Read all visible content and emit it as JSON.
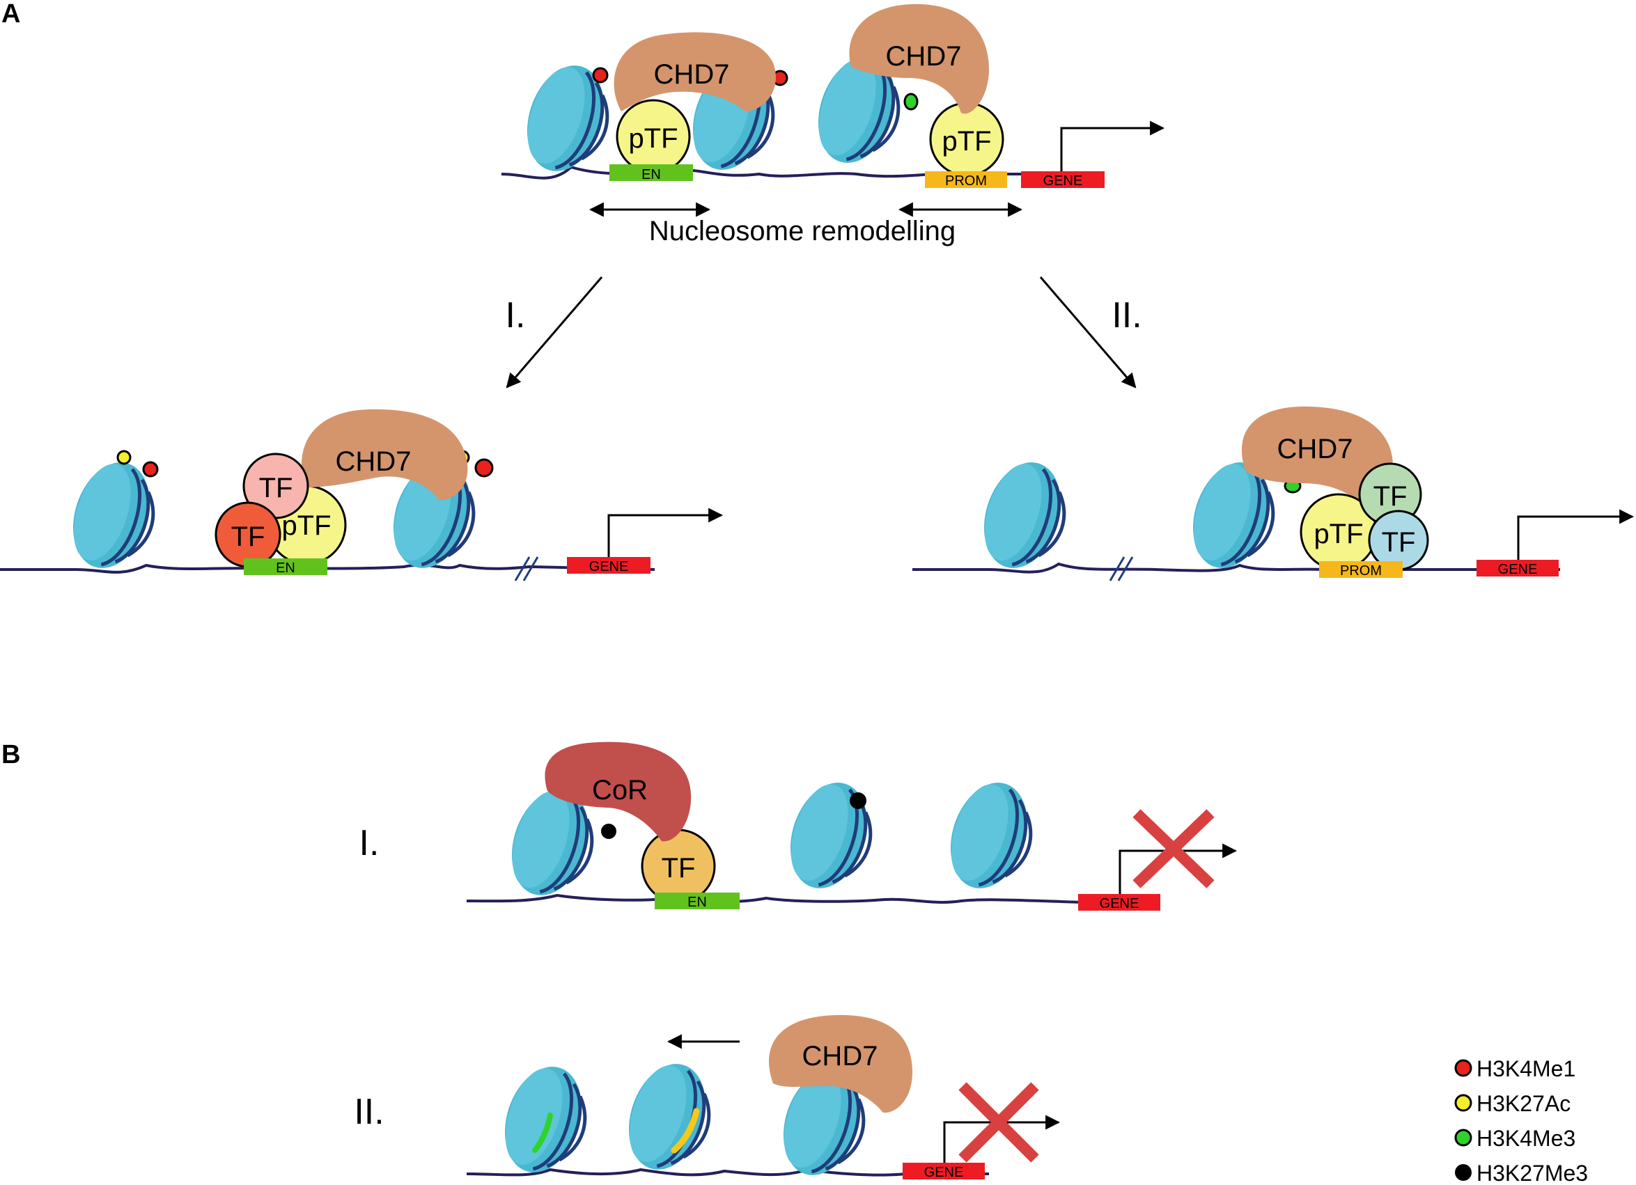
{
  "panel_a": {
    "label": "A",
    "remodel_label": "Nucleosome remodelling",
    "path_1": "I.",
    "path_2": "II.",
    "top": {
      "chd7_left": "CHD7",
      "chd7_right": "CHD7",
      "ptf_left": "pTF",
      "ptf_right": "pTF",
      "en": "EN",
      "prom": "PROM",
      "gene": "GENE"
    },
    "path1_state": {
      "chd7": "CHD7",
      "tf_top": "TF",
      "tf_bottom": "TF",
      "ptf": "pTF",
      "en": "EN",
      "gene": "GENE"
    },
    "path2_state": {
      "chd7": "CHD7",
      "tf_top": "TF",
      "tf_bottom": "TF",
      "ptf": "pTF",
      "prom": "PROM",
      "gene": "GENE"
    }
  },
  "panel_b": {
    "label": "B",
    "row1_label": "I.",
    "row2_label": "II.",
    "row1": {
      "cor": "CoR",
      "tf": "TF",
      "en": "EN",
      "gene": "GENE"
    },
    "row2": {
      "chd7": "CHD7",
      "gene": "GENE"
    }
  },
  "legend": [
    {
      "label": "H3K4Me1",
      "color": "#e8221c"
    },
    {
      "label": "H3K27Ac",
      "color": "#f5ee2a"
    },
    {
      "label": "H3K4Me3",
      "color": "#2fd32a"
    },
    {
      "label": "H3K27Me3",
      "color": "#000000"
    }
  ],
  "colors": {
    "nucleosome": "#4ab8d0",
    "nucleosome_band": "#1f3d7a",
    "dna": "#24205a",
    "chd7": "#d4956d",
    "cor": "#c14f4c",
    "ptf": "#f5f58a",
    "tf_orange": "#f0c060",
    "tf_pink": "#f8b4ae",
    "tf_red": "#f05c3a",
    "tf_green": "#b6dbb2",
    "tf_blue": "#acd9e6",
    "en": "#62c21d",
    "prom": "#f5b71c",
    "gene": "#ed1c24",
    "cross": "#d94040"
  }
}
